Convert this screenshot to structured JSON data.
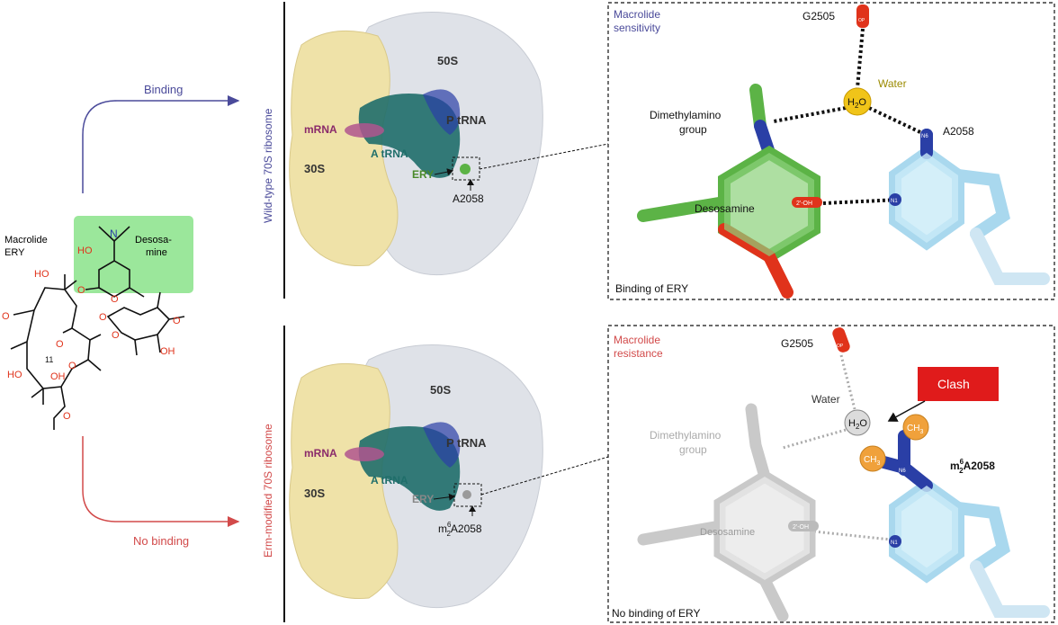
{
  "molecule": {
    "macrolide_label": [
      "Macrolide",
      "ERY"
    ],
    "desosamine_label": [
      "Desosa-",
      "mine"
    ],
    "atoms": {
      "n": "N",
      "ho_top": "HO",
      "o_ring1": "O",
      "ho_left": "HO",
      "o_link": "O",
      "o_ketone": "O",
      "o_link2": "O",
      "o_ring2": "O",
      "o_methoxy": "O",
      "oh_right": "OH",
      "o_lactone": "O",
      "o_lactone2": "O",
      "num11": "11",
      "ho_bottom": "HO",
      "oh_bottom": "OH",
      "o_bottom": "O"
    }
  },
  "arrows": {
    "binding": "Binding",
    "no_binding": "No binding"
  },
  "panels": {
    "wildtype_title": "Wild-type 70S ribosome",
    "erm_title": "Erm-modified 70S ribosome"
  },
  "ribosome_top": {
    "s50": "50S",
    "s30": "30S",
    "mrna": "mRNA",
    "ptrna": "P tRNA",
    "atrna": "A tRNA",
    "ery": "ERY",
    "a2058": "A2058"
  },
  "ribosome_bottom": {
    "s50": "50S",
    "s30": "30S",
    "mrna": "mRNA",
    "ptrna": "P tRNA",
    "atrna": "A tRNA",
    "ery": "ERY",
    "a2058_prefix": "m",
    "a2058_sup": "6",
    "a2058_sub": "2",
    "a2058_suffix": "A2058"
  },
  "detail_top": {
    "title": [
      "Macrolide",
      "sensitivity"
    ],
    "g2505": "G2505",
    "og": "OP",
    "water": "Water",
    "h2o_h": "H",
    "h2o_sub": "2",
    "h2o_o": "O",
    "dimethylamino": [
      "Dimethylamino",
      "group"
    ],
    "a2058": "A2058",
    "n6": "N6",
    "n1": "N1",
    "desosamine": "Desosamine",
    "oh2": "2'-OH",
    "caption": "Binding of ERY"
  },
  "detail_bottom": {
    "title": [
      "Macrolide",
      "resistance"
    ],
    "g2505": "G2505",
    "og": "OP",
    "water": "Water",
    "h2o_h": "H",
    "h2o_sub": "2",
    "h2o_o": "O",
    "clash": "Clash",
    "dimethylamino": [
      "Dimethylamino",
      "group"
    ],
    "m2a2058_prefix": "m",
    "m2a2058_sup": "6",
    "m2a2058_sub": "2",
    "m2a2058_suffix": "A2058",
    "ch3_top": "CH",
    "ch3_top_sub": "3",
    "ch3_left": "CH",
    "ch3_left_sub": "3",
    "n6": "N6",
    "n1": "N1",
    "desosamine": "Desosamine",
    "oh2": "2'-OH",
    "caption": "No binding of ERY"
  },
  "colors": {
    "binding_arrow": "#4a4a9a",
    "nobinding_arrow": "#d24a4a",
    "desosamine_box": "#9be79b",
    "subunit_30s": "#efe2a8",
    "subunit_50s": "#dfe2e8",
    "trna": "#1f6e6a",
    "mrna": "#b0558e",
    "carbon_green": "#5cb346",
    "oxygen_red": "#e0331b",
    "nitrogen_blue": "#2a3fa6",
    "adenine_blue": "#a9d8ee",
    "water_yellow": "#f0c419",
    "methyl_orange": "#f0a13b",
    "clash_red": "#e01b1b"
  }
}
